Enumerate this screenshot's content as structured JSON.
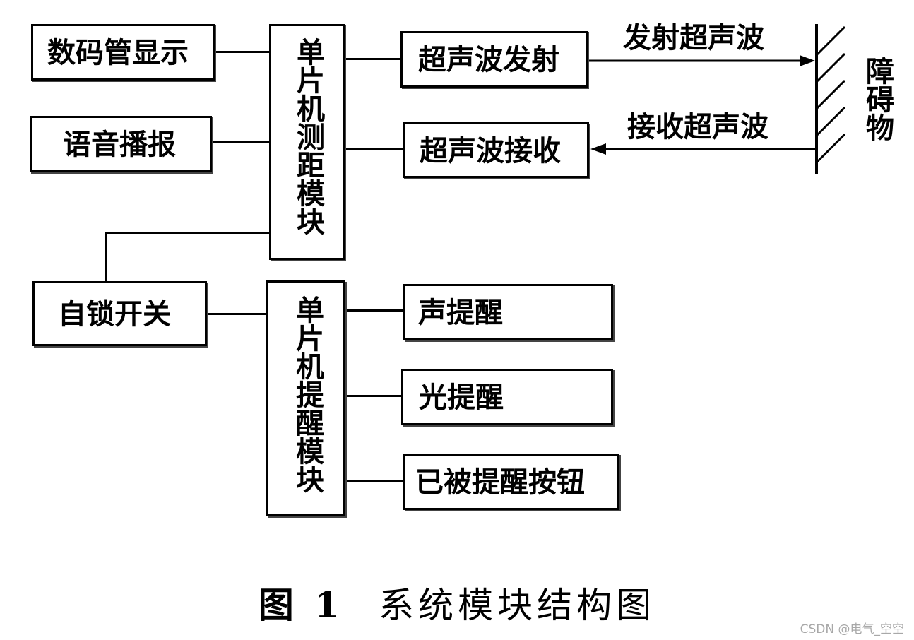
{
  "left_boxes": {
    "digital_display": "数码管显示",
    "voice_broadcast": "语音播报",
    "self_lock_switch": "自锁开关"
  },
  "center_modules": {
    "ranging_module": "单片机测距模块",
    "reminder_module": "单片机提醒模块"
  },
  "right_boxes": {
    "ultrasonic_transmit": "超声波发射",
    "ultrasonic_receive": "超声波接收",
    "sound_reminder": "声提醒",
    "light_reminder": "光提醒",
    "reminded_button": "已被提醒按钮"
  },
  "signals": {
    "transmitted_wave": "发射超声波",
    "received_wave": "接收超声波"
  },
  "obstacle": "障碍物",
  "caption": {
    "figure_number": "图 1",
    "title": "系统模块结构图"
  },
  "watermark": "CSDN @电气_空空"
}
